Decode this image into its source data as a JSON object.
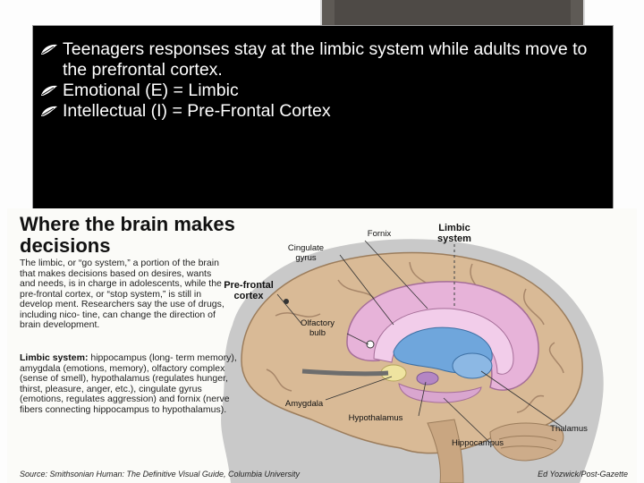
{
  "slide": {
    "bullets": [
      {
        "text": "Teenagers responses stay at the limbic system while adults move to the prefrontal cortex."
      },
      {
        "text": "Emotional (E) = Limbic"
      },
      {
        "text": "Intellectual (I) = Pre-Frontal Cortex"
      }
    ]
  },
  "figure": {
    "title": "Where the brain makes decisions",
    "description": "The limbic, or “go system,” a portion of the brain that makes decisions based on desires, wants and needs, is in charge in adolescents, while the pre-frontal cortex, or “stop system,” is still in develop ment. Researchers say the use of drugs, including nico- tine, can change the direction of brain development.",
    "limbic_heading": "Limbic system:",
    "limbic_body": " hippocampus (long- term memory), amygdala (emotions, memory), olfactory complex (sense of smell), hypothalamus (regulates hunger, thirst, pleasure, anger, etc.), cingulate gyrus (emotions, regulates aggression) and fornix (nerve fibers connecting hippocampus to hypothalamus).",
    "labels": {
      "fornix": "Fornix",
      "limbic_system": "Limbic system",
      "cingulate_gyrus": "Cingulate gyrus",
      "prefrontal_cortex": "Pre-frontal cortex",
      "olfactory_bulb": "Olfactory bulb",
      "amygdala": "Amygdala",
      "hypothalamus": "Hypothalamus",
      "thalamus": "Thalamus",
      "hippocampus": "Hippocampus"
    },
    "source": "Source: Smithsonian Human: The Definitive Visual Guide, Columbia University",
    "credit": "Ed Yozwick/Post-Gazette"
  },
  "colors": {
    "panel": "#000000",
    "brain_tan": "#d8b995",
    "limbic_pink": "#e7b3d9",
    "ventricle_blue": "#6fa6dc",
    "amygdala_yellow": "#efe4a0"
  }
}
